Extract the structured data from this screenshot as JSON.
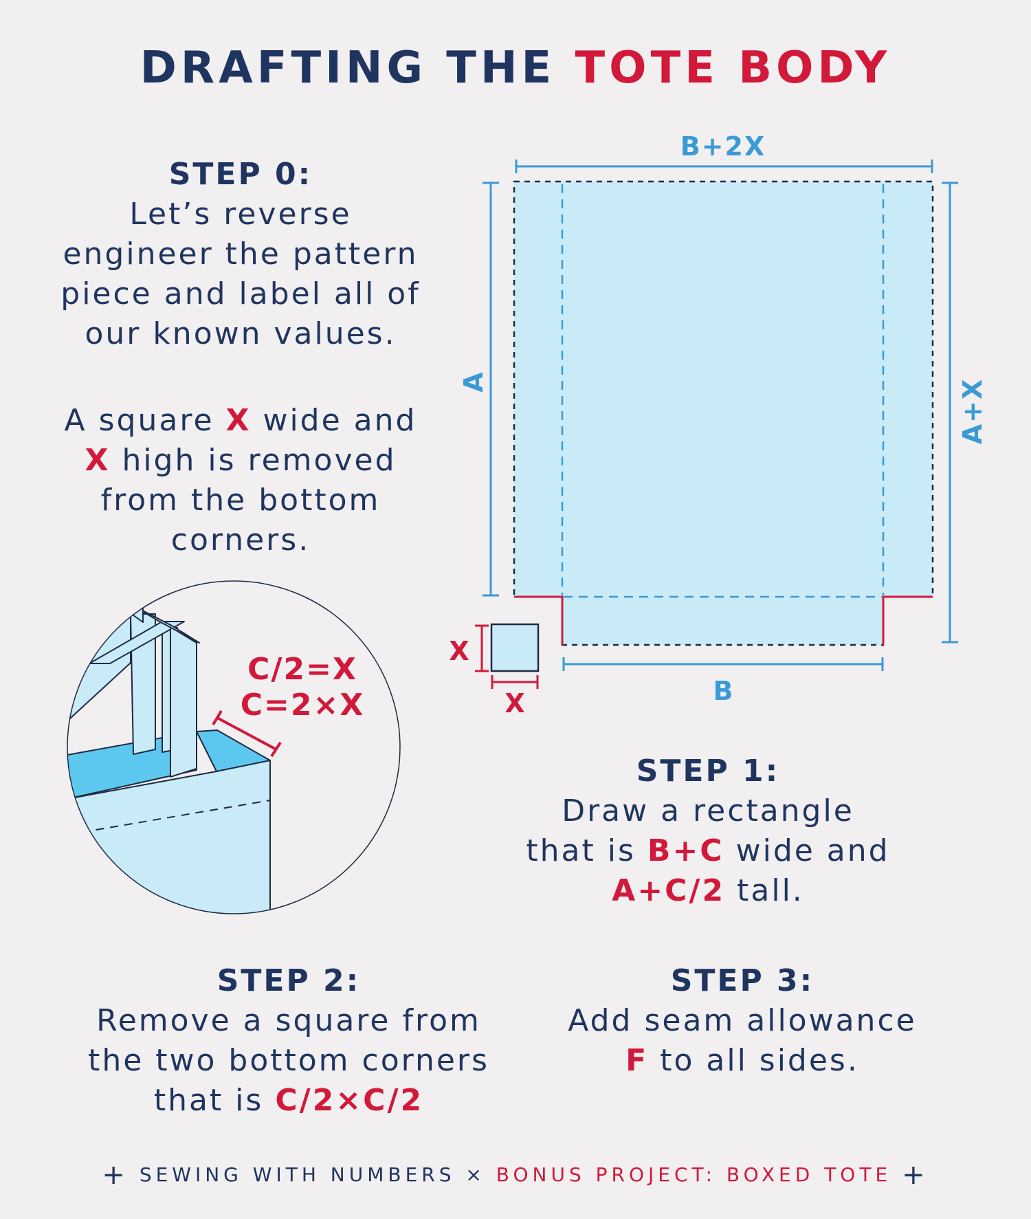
{
  "title": {
    "part1": "DRAFTING THE",
    "part2": "TOTE BODY"
  },
  "step0": {
    "heading": "STEP 0:",
    "lines": [
      "Let’s reverse",
      "engineer the pattern",
      "piece and label all of",
      "our known values."
    ]
  },
  "note": {
    "l1_a": "A square",
    "l1_x": "X",
    "l1_b": "wide and",
    "l2_x": "X",
    "l2_b": "high is removed",
    "l3": "from the bottom",
    "l4": "corners."
  },
  "diagram": {
    "width_label": "B+2X",
    "left_label": "A",
    "right_label": "A+X",
    "bottom_label": "B",
    "square_side_label": "X",
    "square_bottom_label": "X",
    "inset_line1": "C/2=X",
    "inset_line2": "C=2×X"
  },
  "step1": {
    "heading": "STEP 1:",
    "l1": "Draw a rectangle",
    "l2_a": "that is",
    "l2_b": "B+C",
    "l2_c": "wide and",
    "l3_a": "A+C/2",
    "l3_b": "tall."
  },
  "step2": {
    "heading": "STEP 2:",
    "l1": "Remove a square from",
    "l2": "the two bottom corners",
    "l3_a": "that is",
    "l3_b": "C/2×C/2"
  },
  "step3": {
    "heading": "STEP 3:",
    "l1": "Add seam allowance",
    "l2_a": "F",
    "l2_b": "to all sides."
  },
  "footer": {
    "plus": "+",
    "left": "SEWING WITH NUMBERS",
    "times": "×",
    "right": "BONUS PROJECT: BOXED TOTE"
  },
  "colors": {
    "navy": "#1f3560",
    "red": "#d2193a",
    "blue": "#3a9ad6",
    "fill": "#c9ebf8",
    "background": "#f1eff0"
  }
}
